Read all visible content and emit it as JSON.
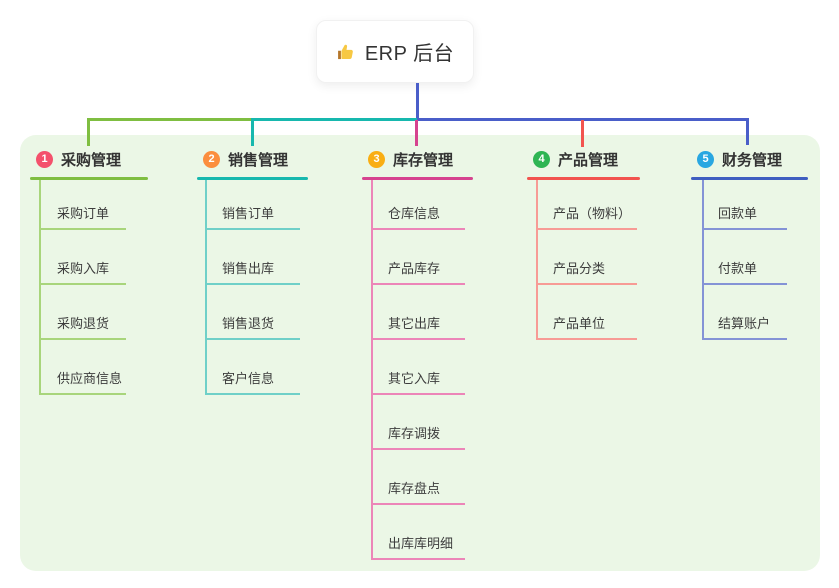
{
  "root": {
    "label": "ERP 后台",
    "icon": "thumbs-up"
  },
  "connector_color": "#4a5ec9",
  "panel_bg": "#ebf7e6",
  "branches": [
    {
      "number": "1",
      "title": "采购管理",
      "badge_color": "#f4516c",
      "line_color": "#7fbe41",
      "child_line_color": "#a8d57b",
      "children": [
        "采购订单",
        "采购入库",
        "采购退货",
        "供应商信息"
      ]
    },
    {
      "number": "2",
      "title": "销售管理",
      "badge_color": "#fb8e3e",
      "line_color": "#17b8ae",
      "child_line_color": "#6fd0c8",
      "children": [
        "销售订单",
        "销售出库",
        "销售退货",
        "客户信息"
      ]
    },
    {
      "number": "3",
      "title": "库存管理",
      "badge_color": "#f9ae13",
      "line_color": "#d6438f",
      "child_line_color": "#ec85b8",
      "children": [
        "仓库信息",
        "产品库存",
        "其它出库",
        "其它入库",
        "库存调拨",
        "库存盘点",
        "出库库明细"
      ]
    },
    {
      "number": "4",
      "title": "产品管理",
      "badge_color": "#2eb553",
      "line_color": "#f2544f",
      "child_line_color": "#f79b95",
      "children": [
        "产品（物料）",
        "产品分类",
        "产品单位"
      ]
    },
    {
      "number": "5",
      "title": "财务管理",
      "badge_color": "#29a7e1",
      "line_color": "#3f5ec0",
      "child_line_color": "#8493d6",
      "children": [
        "回款单",
        "付款单",
        "结算账户"
      ]
    }
  ]
}
